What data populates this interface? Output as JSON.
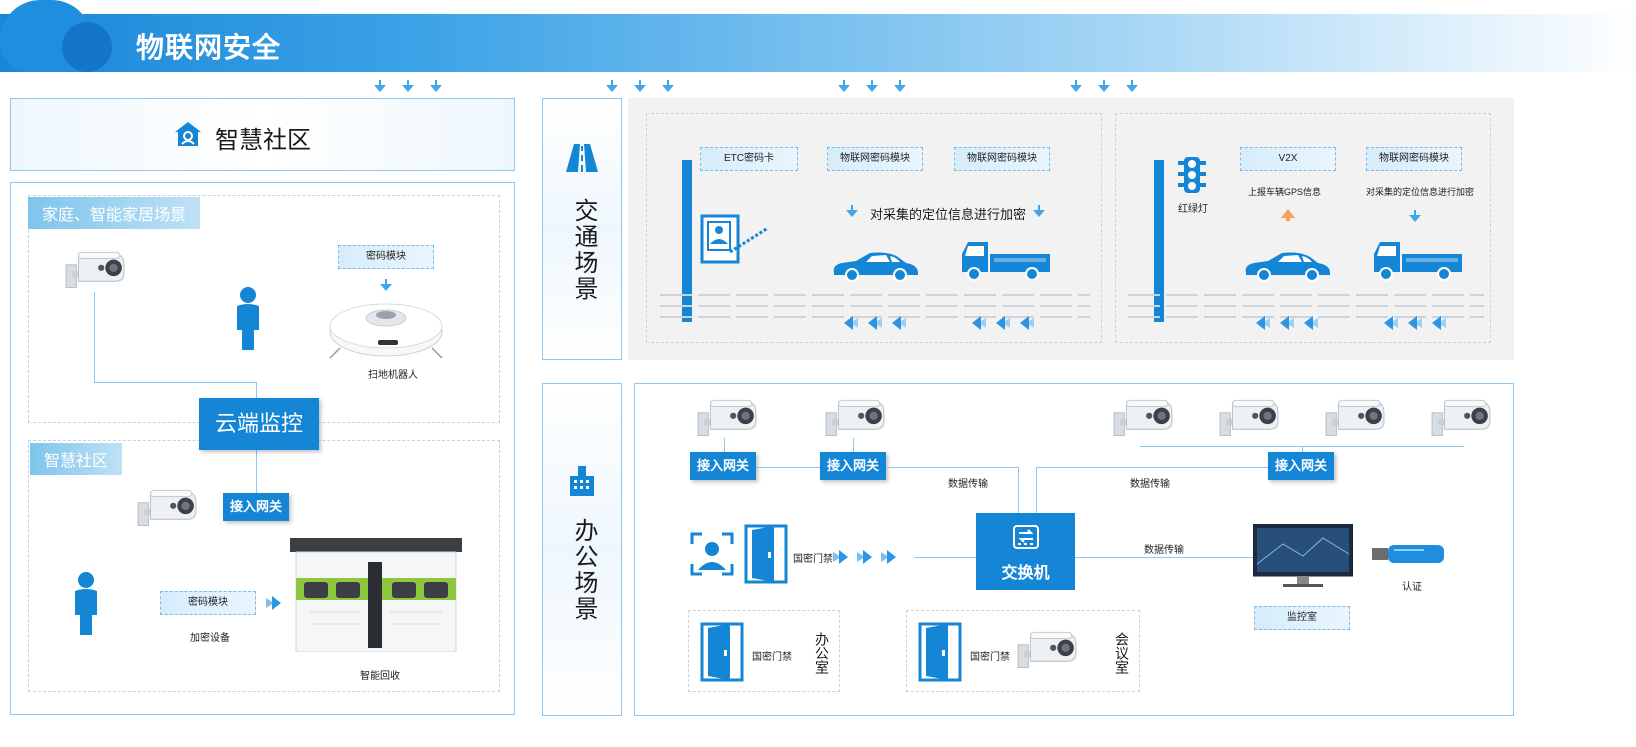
{
  "header": {
    "title": "物联网安全"
  },
  "left": {
    "title": "智慧社区",
    "scene1": {
      "tag": "家庭、智能家居场景",
      "crypto_module": "密码模块",
      "robot_label": "扫地机器人"
    },
    "cloud_monitor": "云端监控",
    "scene2": {
      "tag": "智慧社区",
      "gateway": "接入网关",
      "crypto_module": "密码模块",
      "encrypt_device": "加密设备",
      "recycle_label": "智能回收"
    }
  },
  "traffic": {
    "side_title": "交通场景",
    "left_group": {
      "etc": "ETC密码卡",
      "module1": "物联网密码模块",
      "module2": "物联网密码模块",
      "note": "对采集的定位信息进行加密"
    },
    "right_group": {
      "light_label": "红绿灯",
      "v2x": "V2X",
      "module": "物联网密码模块",
      "gps_note": "上报车辆GPS信息",
      "encrypt_note": "对采集的定位信息进行加密"
    }
  },
  "office": {
    "side_title": "办公场景",
    "gateway1": "接入网关",
    "gateway2": "接入网关",
    "gateway3": "接入网关",
    "data1": "数据传输",
    "data2": "数据传输",
    "data3": "数据传输",
    "door_main": "国密门禁",
    "switch": "交换机",
    "monitor_room": "监控室",
    "auth": "认证",
    "office_room": {
      "door": "国密门禁",
      "name": "办公室"
    },
    "meeting_room": {
      "door": "国密门禁",
      "name": "会议室"
    }
  },
  "colors": {
    "primary": "#1585d6",
    "light": "#8fc8ee",
    "icon": "#2b95e3"
  },
  "icons": [
    "cloud-icon",
    "home-icon",
    "camera-icon",
    "person-icon",
    "robot-vacuum-icon",
    "recycle-machine-icon",
    "road-icon",
    "etc-reader-icon",
    "car-icon",
    "truck-icon",
    "traffic-light-icon",
    "factory-icon",
    "door-icon",
    "face-scan-icon",
    "switch-icon",
    "monitor-icon",
    "usb-key-icon"
  ]
}
